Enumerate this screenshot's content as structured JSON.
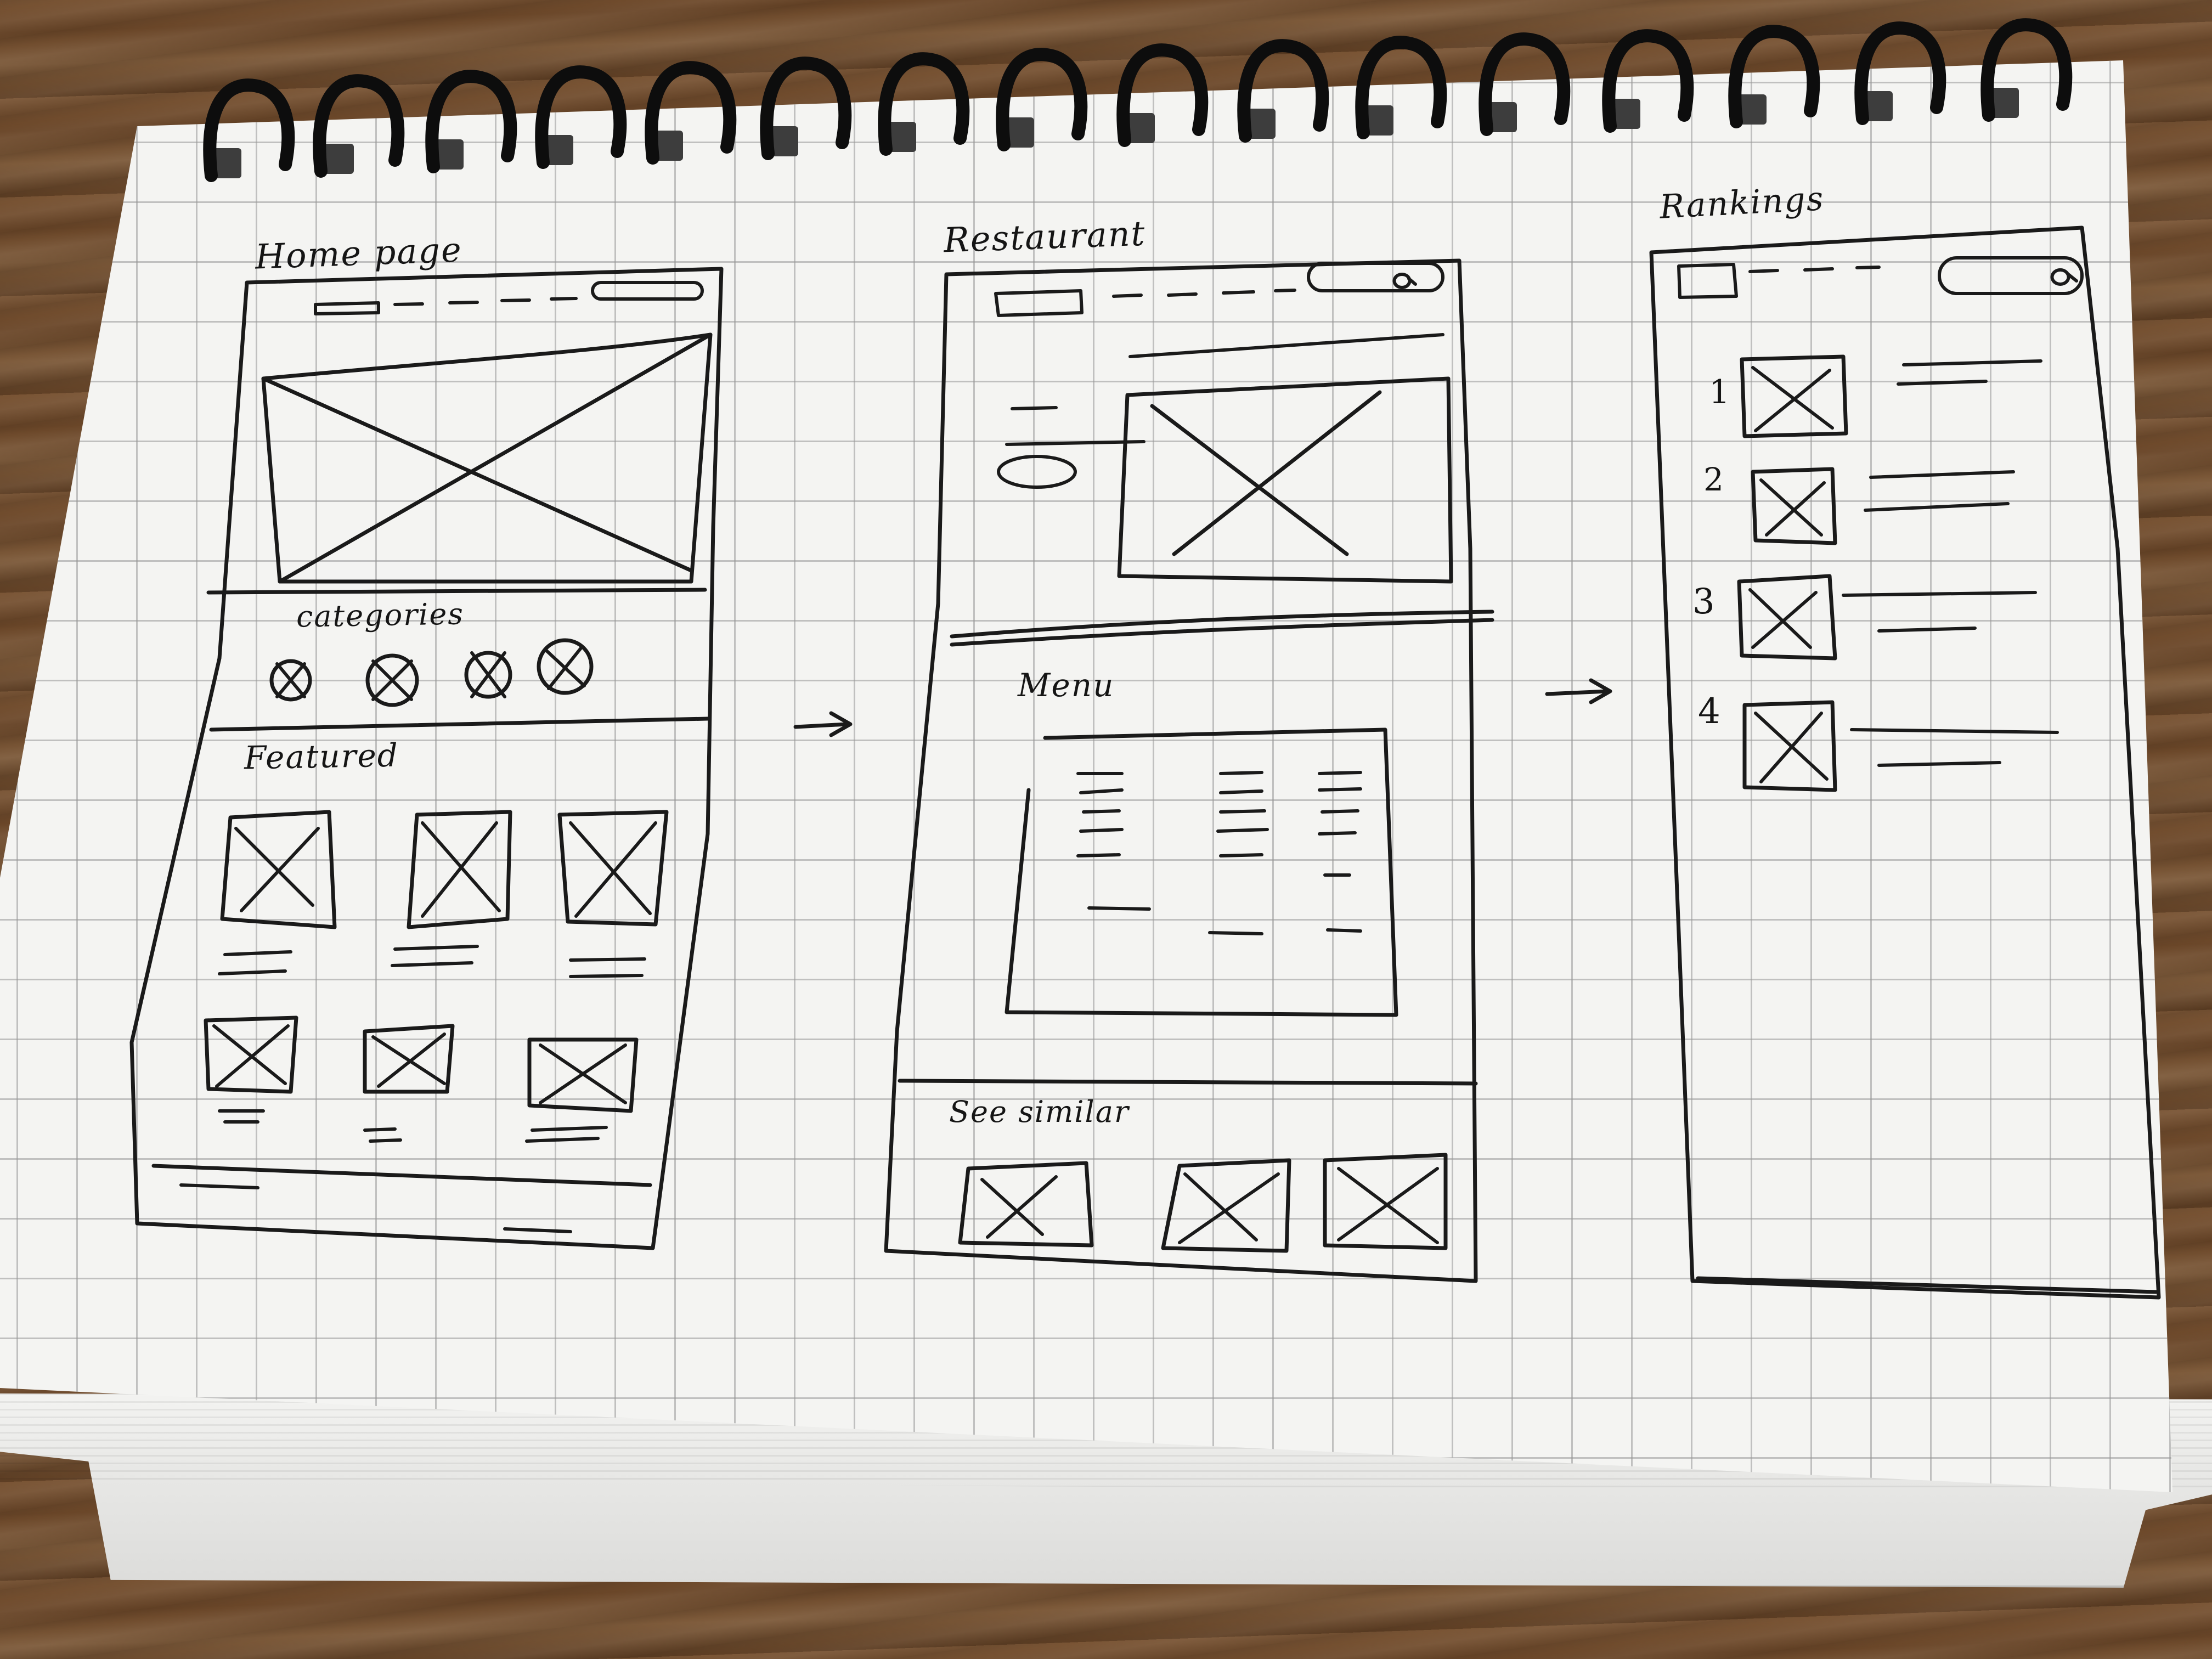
{
  "sketch": {
    "screens": [
      {
        "title": "Home page",
        "sections": [
          "categories",
          "Featured"
        ]
      },
      {
        "title": "Restaurant",
        "sections": [
          "Menu",
          "See similar"
        ]
      },
      {
        "title": "Rankings",
        "ranks": [
          "1",
          "2",
          "3",
          "4"
        ]
      }
    ],
    "colors": {
      "ink": "#1a1a1a",
      "paper": "#f4f4f2",
      "grid": "#969696",
      "desk": "#6b4a2e"
    }
  }
}
